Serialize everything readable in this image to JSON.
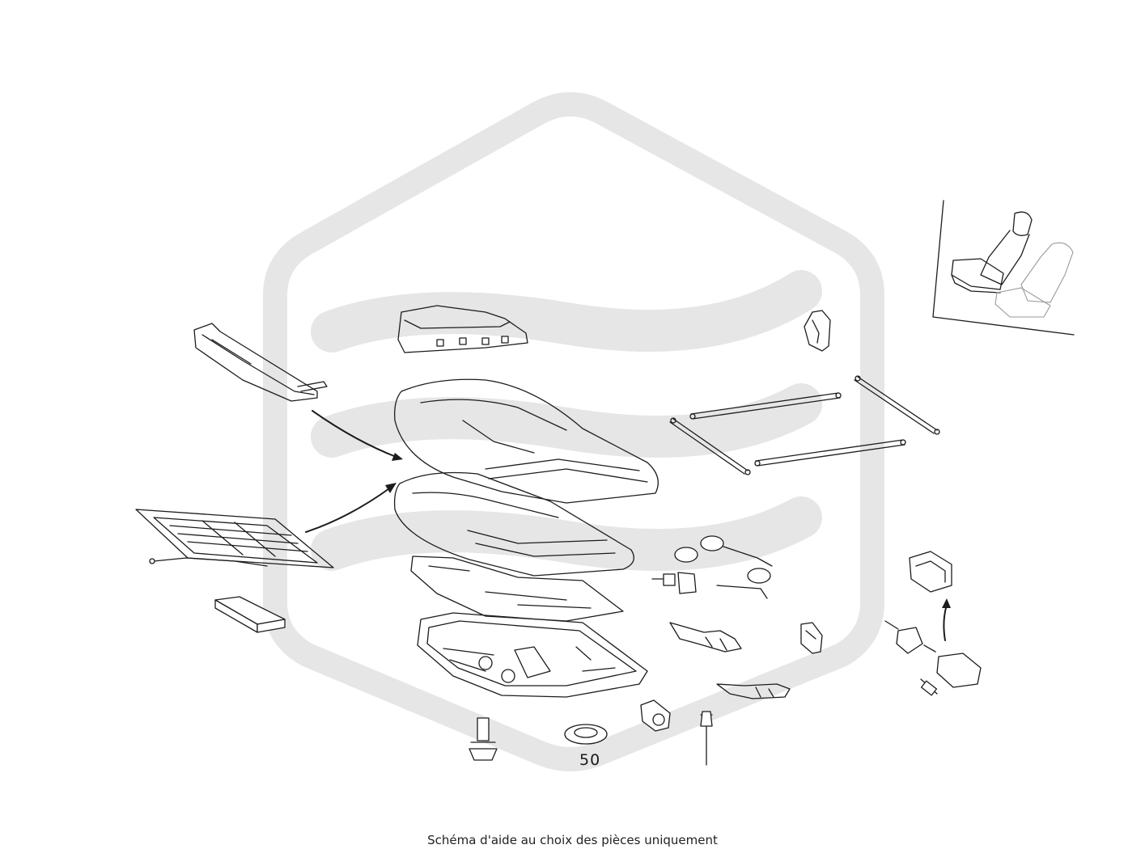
{
  "diagram": {
    "part_labels": [
      {
        "id": "part-50",
        "text": "50"
      }
    ]
  },
  "footer": {
    "caption": "Schéma d'aide au choix des pièces uniquement"
  },
  "colors": {
    "line": "#1c1c1c",
    "watermark": "#e6e6e6",
    "background": "#ffffff"
  }
}
